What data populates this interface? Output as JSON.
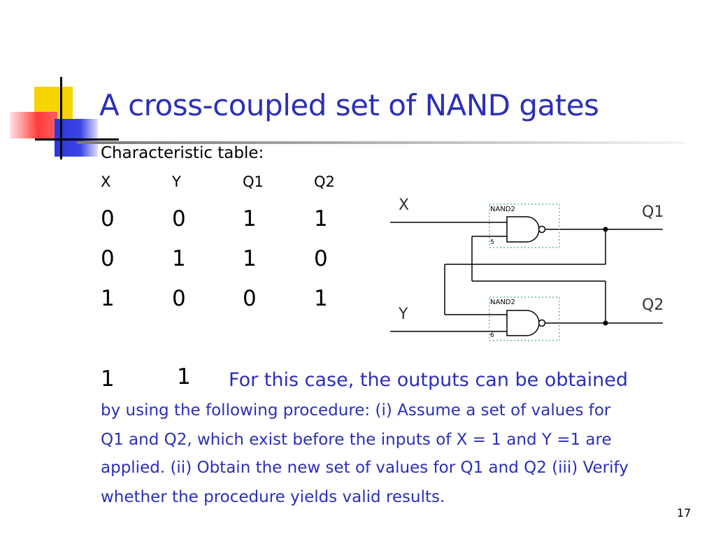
{
  "slide": {
    "title": "A cross-coupled set of NAND gates",
    "subtitle": "Characteristic table:",
    "page_number": "17"
  },
  "table": {
    "headers": [
      "X",
      "Y",
      "Q1",
      "Q2"
    ],
    "rows": [
      [
        "0",
        "0",
        "1",
        "1"
      ],
      [
        "0",
        "1",
        "1",
        "0"
      ],
      [
        "1",
        "0",
        "0",
        "1"
      ]
    ],
    "last_row": [
      "1",
      "1"
    ]
  },
  "explanation": {
    "first_line": "For this case, the outputs can be obtained",
    "lines": [
      "by using the following procedure: (i) Assume a set of values for",
      "Q1 and Q2, which exist before the inputs of X = 1 and Y =1 are",
      "applied. (ii) Obtain the new set of values for Q1 and Q2 (iii) Verify",
      "whether the procedure yields valid results."
    ]
  },
  "circuit": {
    "input_x": "X",
    "input_y": "Y",
    "output_q1": "Q1",
    "output_q2": "Q2",
    "gate_top_label": "NAND2",
    "gate_top_num": "5",
    "gate_bottom_label": "NAND2",
    "gate_bottom_num": "6"
  }
}
